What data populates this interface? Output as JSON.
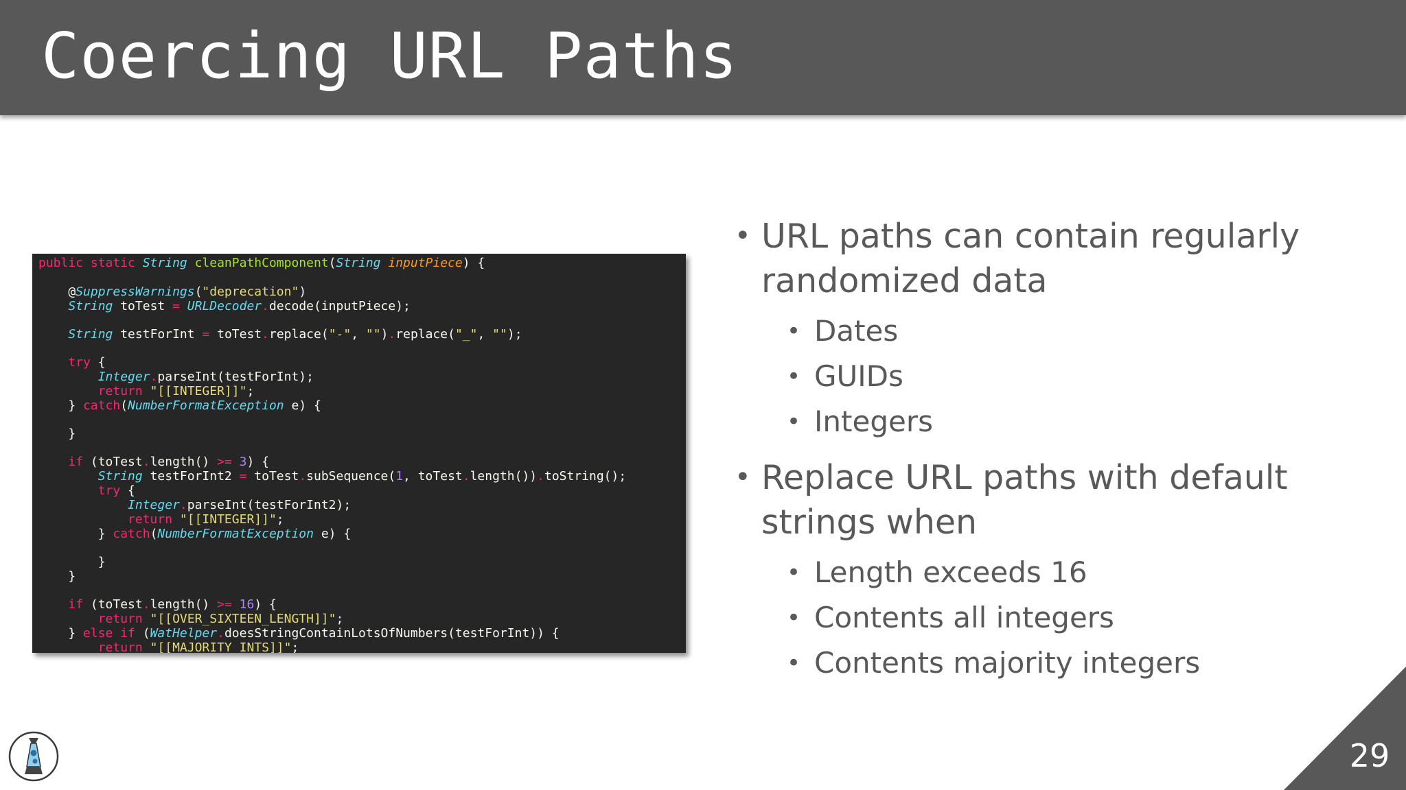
{
  "slide": {
    "title": "Coercing URL Paths",
    "page_number": "29"
  },
  "code_lines": [
    "public static String cleanPathComponent(String inputPiece) {",
    "",
    "    @SuppressWarnings(\"deprecation\")",
    "    String toTest = URLDecoder.decode(inputPiece);",
    "",
    "    String testForInt = toTest.replace(\"-\", \"\").replace(\"_\", \"\");",
    "",
    "    try {",
    "        Integer.parseInt(testForInt);",
    "        return \"[[INTEGER]]\";",
    "    } catch(NumberFormatException e) {",
    "",
    "    }",
    "",
    "    if (toTest.length() >= 3) {",
    "        String testForInt2 = toTest.subSequence(1, toTest.length()).toString();",
    "        try {",
    "            Integer.parseInt(testForInt2);",
    "            return \"[[INTEGER]]\";",
    "        } catch(NumberFormatException e) {",
    "",
    "        }",
    "    }",
    "",
    "    if (toTest.length() >= 16) {",
    "        return \"[[OVER_SIXTEEN_LENGTH]]\";",
    "    } else if (WatHelper.doesStringContainLotsOfNumbers(testForInt)) {",
    "        return \"[[MAJORITY_INTS]]\";"
  ],
  "bullets": [
    {
      "text": "URL paths can contain regularly randomized data",
      "sub": [
        "Dates",
        "GUIDs",
        "Integers"
      ]
    },
    {
      "text": "Replace URL paths with default strings when",
      "sub": [
        "Length exceeds 16",
        "Contents all integers",
        "Contents majority integers"
      ]
    }
  ],
  "colors": {
    "title_bar": "#585858",
    "code_background": "#262626",
    "body_text": "#595959",
    "keyword": "#f92672",
    "type": "#66d9ef",
    "function": "#a6e22e",
    "parameter": "#fd971f",
    "string": "#e6db74",
    "number": "#ae81ff"
  },
  "icons": {
    "logo": "lava-lamp-logo-icon",
    "bullet": "bullet-dot-icon"
  }
}
